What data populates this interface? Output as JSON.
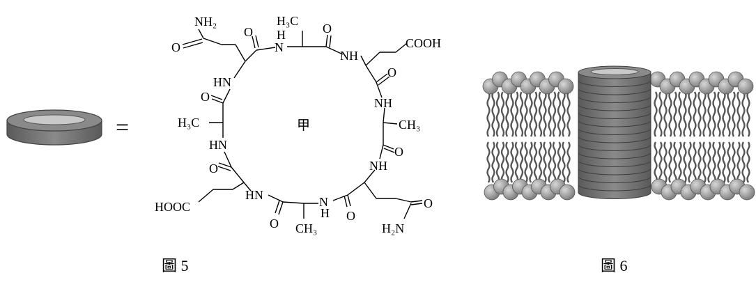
{
  "equals_sign": "=",
  "ring_center_label": "甲",
  "captions": {
    "fig5": "圖 5",
    "fig6": "圖 6"
  },
  "chem": {
    "nh2_top": "NH₂",
    "o_top_left": "O",
    "o_top_mid": "O",
    "nh_top": "N",
    "h_top": "H",
    "h3c_top": "H₃C",
    "o_top_right": "O",
    "nh_right_top": "NH",
    "cooh_right": "COOH",
    "o_right_1": "O",
    "hn_left_top": "HN",
    "o_left_1": "O",
    "nh_right_mid": "NH",
    "h3c_left": "H₃C",
    "ch3_right": "CH₃",
    "hn_left_mid": "HN",
    "o_right_2": "O",
    "o_left_2": "O",
    "nh_right_low": "NH",
    "hooc_left": "HOOC",
    "hn_bottom_left": "HN",
    "nh_bottom": "N",
    "h_bottom": "H",
    "o_bottom_left": "O",
    "o_bottom_mid": "O",
    "o_bottom_right": "O",
    "ch3_bottom": "CH₃",
    "h2n_bottom": "H₂N"
  },
  "colors": {
    "ring_fill": "#8c8c8c",
    "ring_dark": "#6e6e6e",
    "ring_light": "#c8c8c8",
    "head_fill": "#a0a0a0",
    "tail_stroke": "#555555"
  }
}
